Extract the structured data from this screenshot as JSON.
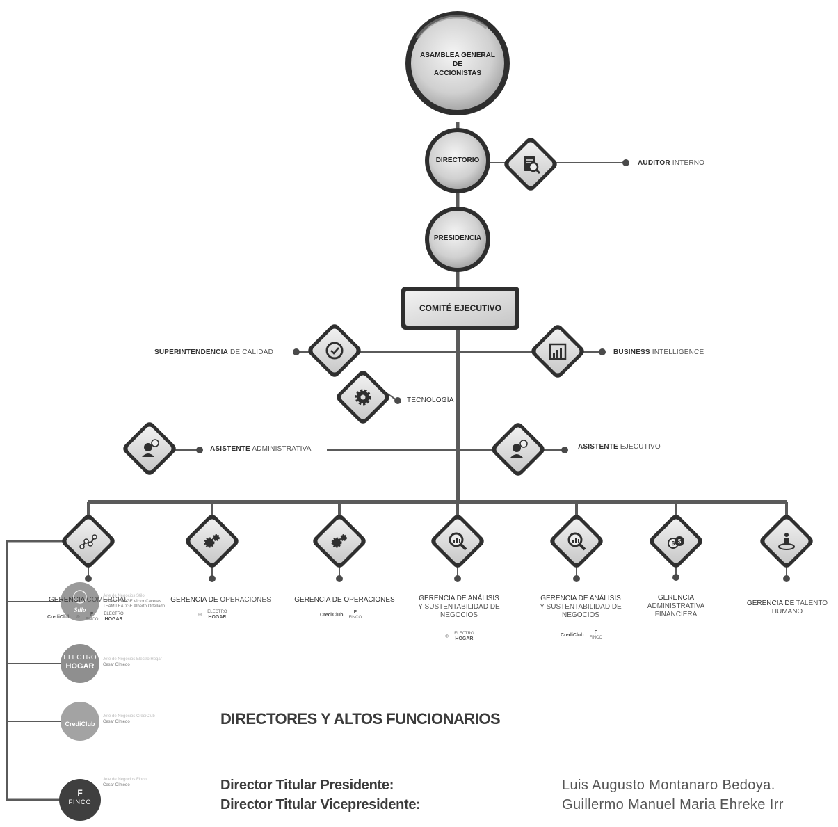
{
  "nodes": {
    "asamblea": "ASAMBLEA GENERAL",
    "asamblea_2": "DE",
    "asamblea_3": "ACCIONISTAS",
    "directorio": "DIRECTORIO",
    "presidencia": "PRESIDENCIA",
    "comite": "COMITÉ EJECUTIVO"
  },
  "staff": {
    "auditor_bold": "AUDITOR",
    "auditor_rest": " INTERNO",
    "calidad_bold": "SUPERINTENDENCIA",
    "calidad_rest": " DE CALIDAD",
    "bi_bold": "BUSINESS",
    "bi_rest": " INTELLIGENCE",
    "tecnologia": "TECNOLOGÍA",
    "asist_admin_bold": "ASISTENTE",
    "asist_admin_rest": " ADMINISTRATIVA",
    "asist_ejec_bold": "ASISTENTE",
    "asist_ejec_rest": " EJECUTIVO"
  },
  "gerencias": {
    "g1_a": "GERENCIA",
    "g1_b": " COMERCIAL",
    "g2_a": "GERENCIA DE",
    "g2_b": " OPERACIONES",
    "g3": "GERENCIA DE OPERACIONES",
    "g4_l1": "GERENCIA DE ANÁLISIS",
    "g4_l2": "Y SUSTENTABILIDAD DE",
    "g4_l3": "NEGOCIOS",
    "g5_l1": "GERENCIA DE ANÁLISIS",
    "g5_l2": "Y SUSTENTABILIDAD DE",
    "g5_l3": "NEGOCIOS",
    "g6_l1": "GERENCIA",
    "g6_l2": "ADMINISTRATIVA",
    "g6_l3": "FINANCIERA",
    "g7_a": "GERENCIA DE",
    "g7_b": " TALENTO",
    "g7_l2": "HUMANO"
  },
  "brands": {
    "crediclub": "CrediClub",
    "finco": "FINCO",
    "electro": "ELECTRO",
    "hogar": "HOGAR",
    "f": "F"
  },
  "sub_units": {
    "u1_l1": "Jefe de Negocios Stilo",
    "u1_l2": "TEAM LEADGE Victor Cáceres",
    "u1_l3": "TEAM LEADGE Alberto Ortellado",
    "u2_l1": "Jefe de Negocios Electro Hogar",
    "u2_l2": "Cesar Olmedo",
    "u3_l1": "Jefe de Negocios CrediClub",
    "u3_l2": "Cesar Olmedo",
    "u4_l1": "Jefe de Negocios Finco",
    "u4_l2": "Cesar Olmedo",
    "circle1": "Stilo",
    "circle2_a": "ELECTRO",
    "circle2_b": "HOGAR",
    "circle3": "CrediClub",
    "circle4_a": "F",
    "circle4_b": "FINCO"
  },
  "directores": {
    "title": "DIRECTORES Y ALTOS FUNCIONARIOS",
    "rows": [
      {
        "role": "Director Titular Presidente:",
        "name": "Luis Augusto Montanaro Bedoya."
      },
      {
        "role": "Director Titular Vicepresidente:",
        "name": "Guillermo Manuel Maria Ehreke Irr"
      }
    ]
  },
  "colors": {
    "line": "#555555",
    "node_border": "#3a3a3a",
    "node_fill": "#d6d6d6"
  },
  "icons": [
    "document-search-icon",
    "check-badge-icon",
    "bar-chart-icon",
    "gear-icon",
    "assistant-clock-icon",
    "network-nodes-icon",
    "gears-icon",
    "analysis-search-icon",
    "money-coins-icon",
    "person-location-icon"
  ]
}
